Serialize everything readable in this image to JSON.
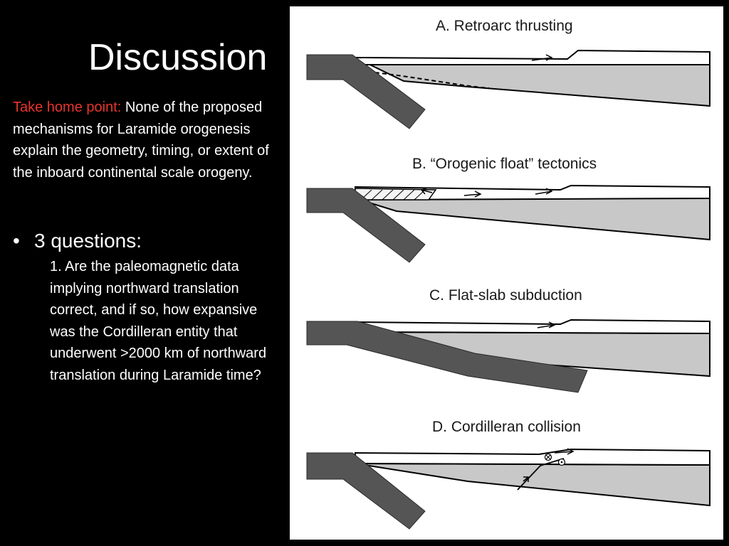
{
  "slide": {
    "title": "Discussion",
    "take_home_label": "Take home point:",
    "take_home_text": " None of the proposed mechanisms for Laramide orogenesis explain the geometry, timing, or extent of the inboard continental scale orogeny.",
    "bullet_symbol": "•",
    "bullet_text": "3 questions:",
    "question_1": "1. Are the paleomagnetic data implying northward translation correct, and if so, how expansive was the Cordilleran entity that underwent >2000 km of northward translation during Laramide time?"
  },
  "figure": {
    "panels": [
      {
        "label": "A. Retroarc thrusting"
      },
      {
        "label": "B. “Orogenic float” tectonics"
      },
      {
        "label": "C. Flat-slab subduction"
      },
      {
        "label": "D. Cordilleran collision"
      }
    ],
    "colors": {
      "slab": "#555555",
      "wedge": "#c8c8c8",
      "outline": "#000000",
      "take_home_label": "#e8352d"
    }
  }
}
